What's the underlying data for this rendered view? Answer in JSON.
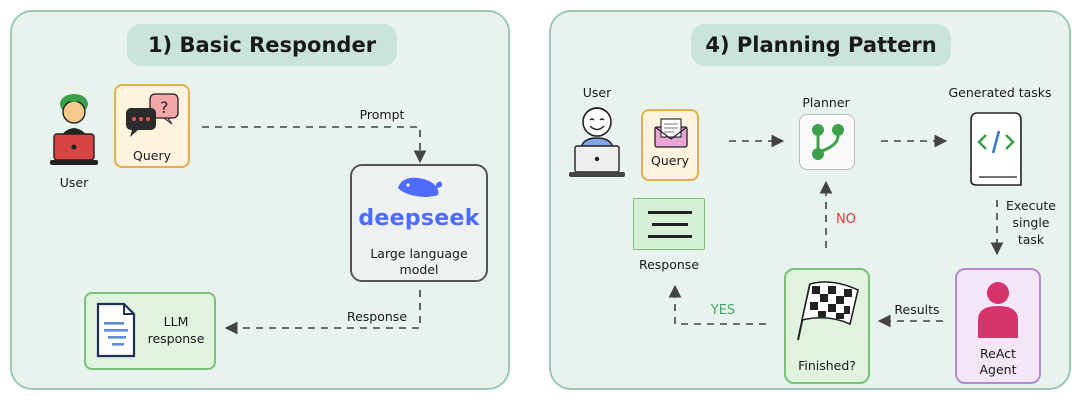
{
  "left": {
    "title": "1) Basic Responder",
    "user_label": "User",
    "query_label": "Query",
    "prompt_label": "Prompt",
    "llm_brand": "deepseek",
    "llm_caption_line1": "Large language",
    "llm_caption_line2": "model",
    "response_label": "Response",
    "llm_response_line1": "LLM",
    "llm_response_line2": "response"
  },
  "right": {
    "title": "4) Planning Pattern",
    "user_label": "User",
    "query_label": "Query",
    "planner_label": "Planner",
    "generated_tasks_label": "Generated tasks",
    "execute_line1": "Execute",
    "execute_line2": "single",
    "execute_line3": "task",
    "no_label": "NO",
    "yes_label": "YES",
    "results_label": "Results",
    "finished_label": "Finished?",
    "response_label": "Response",
    "agent_line1": "ReAct",
    "agent_line2": "Agent"
  },
  "colors": {
    "panel_bg": "#e9f3ee",
    "panel_border": "#9bc9b4",
    "title_bg": "#c9e4da",
    "query_border": "#e3b04b",
    "query_bg": "#fdf3df",
    "llm_border": "#555555",
    "green_border": "#7cc07c",
    "green_bg": "#dff3df",
    "agent_border": "#b48ad0",
    "agent_bg": "#f2e6f7",
    "agent_figure": "#d6336c",
    "deepseek_blue": "#4d6bfe",
    "no_color": "#e03a3a",
    "yes_color": "#4aa36a",
    "arrow": "#444444"
  }
}
